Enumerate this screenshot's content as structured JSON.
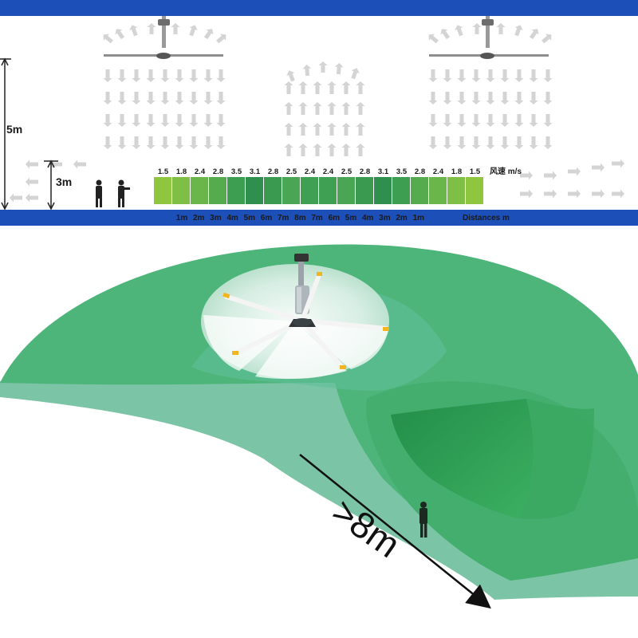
{
  "top_panel": {
    "height_5m_label": "5m",
    "height_3m_label": "3m",
    "speed_unit_label": "风速 m/s",
    "distance_unit_label": "Distances m",
    "wind_speeds": [
      "1.5",
      "1.8",
      "2.4",
      "2.8",
      "3.5",
      "3.1",
      "2.8",
      "2.5",
      "2.4",
      "2.4",
      "2.5",
      "2.8",
      "3.1",
      "3.5",
      "2.8",
      "2.4",
      "1.8",
      "1.5"
    ],
    "distances": [
      "1m",
      "2m",
      "3m",
      "4m",
      "5m",
      "6m",
      "7m",
      "8m",
      "7m",
      "6m",
      "5m",
      "4m",
      "3m",
      "2m",
      "1m"
    ],
    "gradient_colors": [
      "#8ec63f",
      "#7fbf45",
      "#6bb64a",
      "#55ab4e",
      "#3d9e52",
      "#2f8f4c",
      "#3a9a50",
      "#4aa555",
      "#3f9f53",
      "#3f9f53",
      "#4aa555",
      "#3a9a50",
      "#2f8f4c",
      "#3d9e52",
      "#55ab4e",
      "#6bb64a",
      "#7fbf45",
      "#8ec63f"
    ]
  },
  "bottom_panel": {
    "distance_label": ">8m"
  },
  "colors": {
    "floor_bar": "#1d4fb8",
    "arrow": "#d4d4d4",
    "floor_green": "#4db57a",
    "floor_edge": "#7cc4a6",
    "dark_zone": "#2e9a4f"
  }
}
